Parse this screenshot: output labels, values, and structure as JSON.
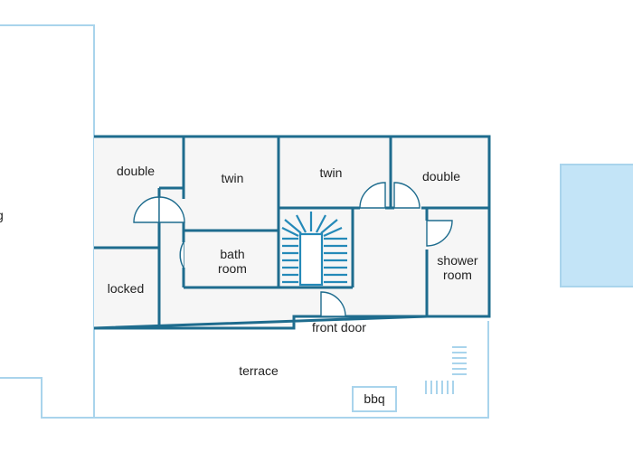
{
  "colors": {
    "wall": "#1e6c8e",
    "outline": "#a9d4ec",
    "room_fill": "#f6f6f6",
    "pool": "#c3e4f7",
    "stairs": "#2489b8"
  },
  "labels": {
    "cut_off_left": "g",
    "double_left": "double",
    "twin_left": "twin",
    "twin_right": "twin",
    "double_right": "double",
    "bath_line1": "bath",
    "bath_line2": "room",
    "locked": "locked",
    "shower_line1": "shower",
    "shower_line2": "room",
    "front_door": "front door",
    "terrace": "terrace",
    "bbq": "bbq"
  }
}
